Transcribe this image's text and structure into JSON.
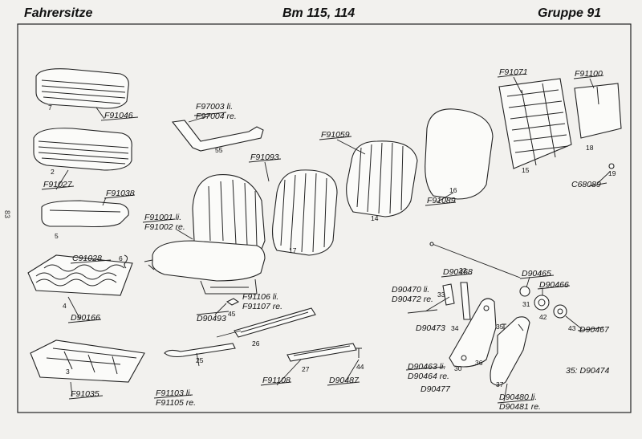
{
  "header": {
    "left": "Fahrersitze",
    "center": "Bm 115, 114",
    "right": "Gruppe 91"
  },
  "page_number": "83",
  "labels": {
    "F91071": "F91071",
    "F91100": "F91100",
    "F97003": "F97003 li.",
    "F97004": "F97004 re.",
    "F91046": "F91046",
    "F91059": "F91059",
    "F91093": "F91093",
    "F91027": "F91027",
    "F91038": "F91038",
    "F91001": "F91001 li.",
    "F91002": "F91002 re.",
    "F91089": "F91089",
    "C68089": "C68089",
    "C91028": "C91028",
    "D90166": "D90166",
    "F91106": "F91106 li.",
    "F91107": "F91107 re.",
    "D90493": "D90493",
    "D90468": "D90468",
    "D90465": "D90465",
    "D90466": "D90466",
    "D90470": "D90470 li.",
    "D90472": "D90472 re.",
    "D90473": "D90473",
    "D90467": "D90467",
    "D90463": "D90463 li.",
    "D90464": "D90464 re.",
    "D90477": "D90477",
    "D90474": "35: D90474",
    "F91035": "F91035",
    "F91103": "F91103 li.",
    "F91105": "F91105 re.",
    "F91108": "F91108",
    "D90487": "D90487",
    "D90480": "D90480 li.",
    "D90481": "D90481 re."
  },
  "item_numbers": {
    "n2": "2",
    "n3": "3",
    "n4": "4",
    "n5": "5",
    "n6": "6",
    "n7": "7",
    "n14": "14",
    "n15": "15",
    "n16": "16",
    "n17": "17",
    "n18": "18",
    "n19": "19",
    "n25": "25",
    "n26": "26",
    "n27": "27",
    "n30": "30",
    "n31": "31",
    "n32": "32",
    "n33": "33",
    "n34": "34",
    "n35": "35",
    "n36": "36",
    "n37": "37",
    "n42": "42",
    "n43": "43",
    "n44": "44",
    "n45": "45",
    "n55": "55"
  }
}
